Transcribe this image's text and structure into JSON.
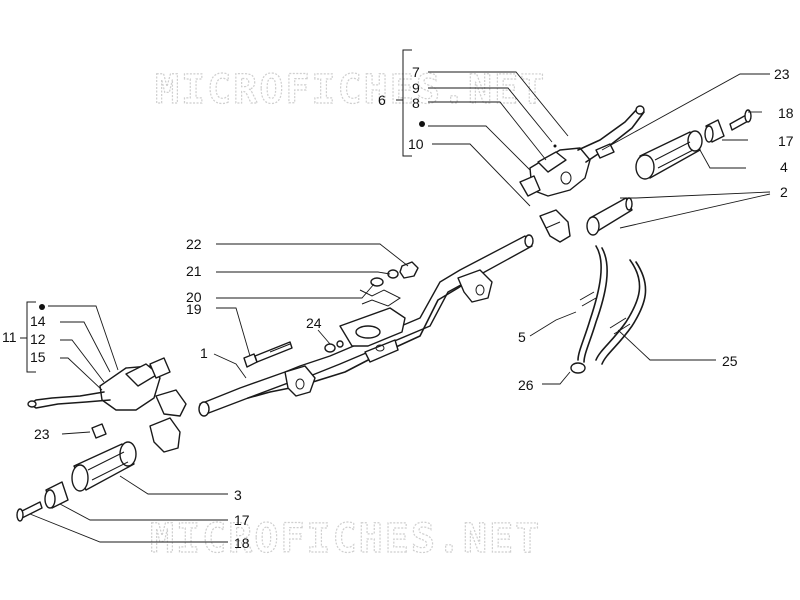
{
  "watermark": {
    "top": "MICROFICHES.NET",
    "bottom": "MICROFICHES.NET"
  },
  "callouts": {
    "c1": "1",
    "c2": "2",
    "c3": "3",
    "c4": "4",
    "c5": "5",
    "c6": "6",
    "c7": "7",
    "c8": "8",
    "c9": "9",
    "c10": "10",
    "c11": "11",
    "c12": "12",
    "c14": "14",
    "c15": "15",
    "c17a": "17",
    "c17b": "17",
    "c18a": "18",
    "c18b": "18",
    "c19": "19",
    "c20": "20",
    "c21": "21",
    "c22": "22",
    "c23a": "23",
    "c23b": "23",
    "c24": "24",
    "c25": "25",
    "c26": "26"
  }
}
